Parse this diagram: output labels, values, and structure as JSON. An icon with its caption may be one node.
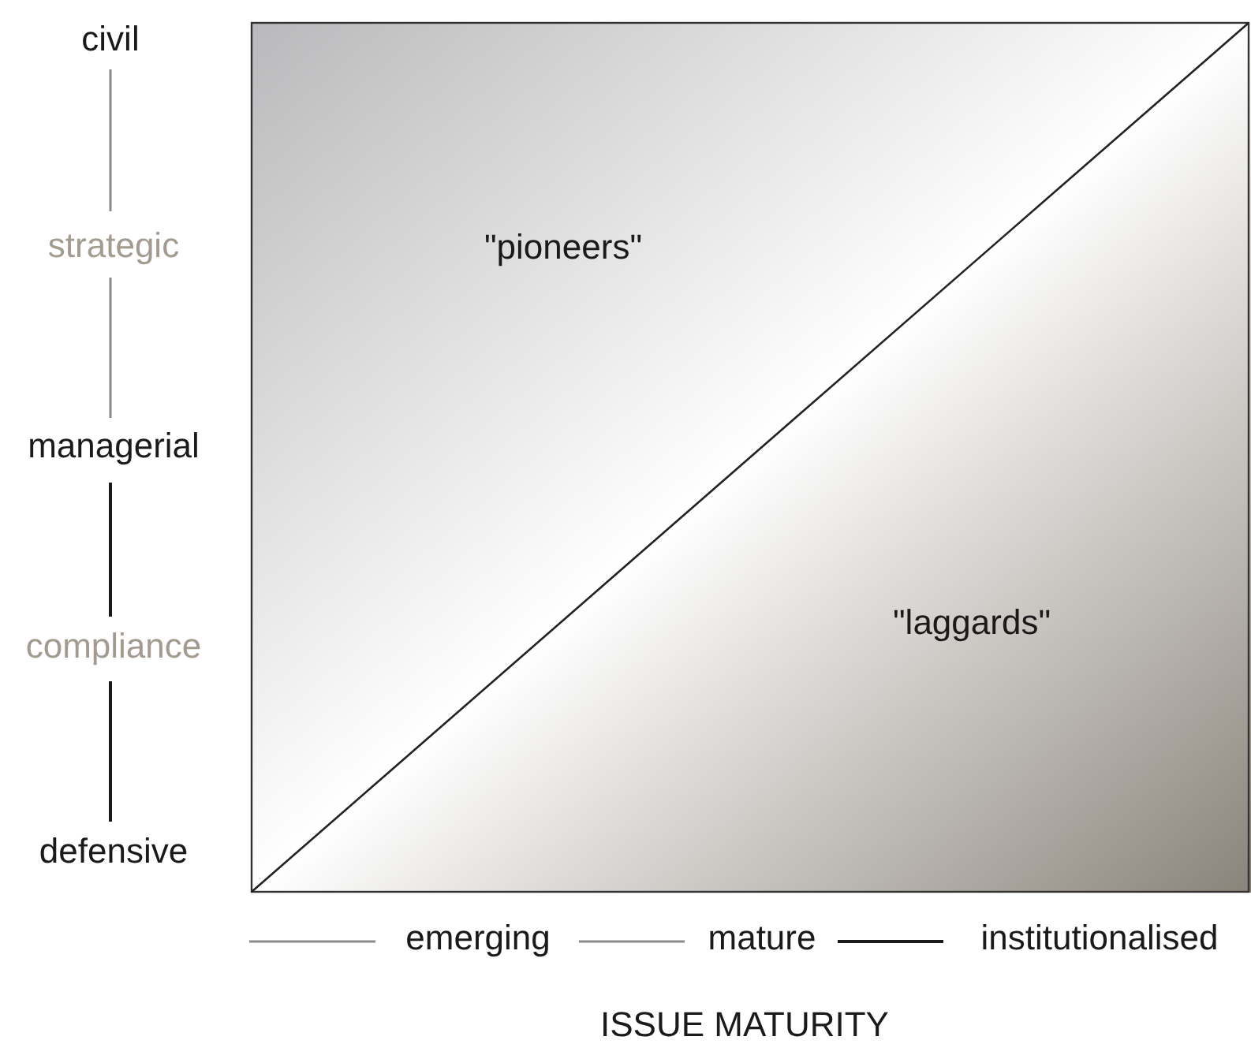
{
  "diagram": {
    "labels": [
      "civil",
      "strategic",
      "managerial",
      "compliance",
      "defensive",
      "\"pioneers\"",
      "\"laggards\"",
      "emerging",
      "mature",
      "institutionalised",
      "ISSUE MATURITY"
    ]
  }
}
